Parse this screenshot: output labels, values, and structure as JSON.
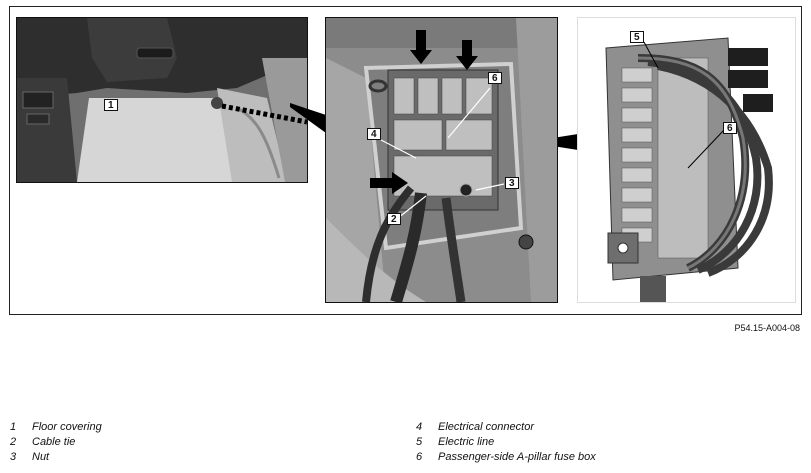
{
  "figure_id": "P54.15-A004-08",
  "callouts": {
    "left_1": "1",
    "mid_6": "6",
    "mid_4": "4",
    "mid_3": "3",
    "mid_2": "2",
    "right_5": "5",
    "right_6": "6"
  },
  "legend": {
    "left": [
      {
        "num": "1",
        "label": "Floor covering"
      },
      {
        "num": "2",
        "label": "Cable tie"
      },
      {
        "num": "3",
        "label": "Nut"
      }
    ],
    "right": [
      {
        "num": "4",
        "label": "Electrical connector"
      },
      {
        "num": "5",
        "label": "Electric line"
      },
      {
        "num": "6",
        "label": "Passenger-side A-pillar fuse box"
      }
    ]
  },
  "colors": {
    "frame": "#222222",
    "photo_dark": "#3a3a3a",
    "photo_mid": "#8a8a8a",
    "photo_light": "#d8d8d8"
  }
}
